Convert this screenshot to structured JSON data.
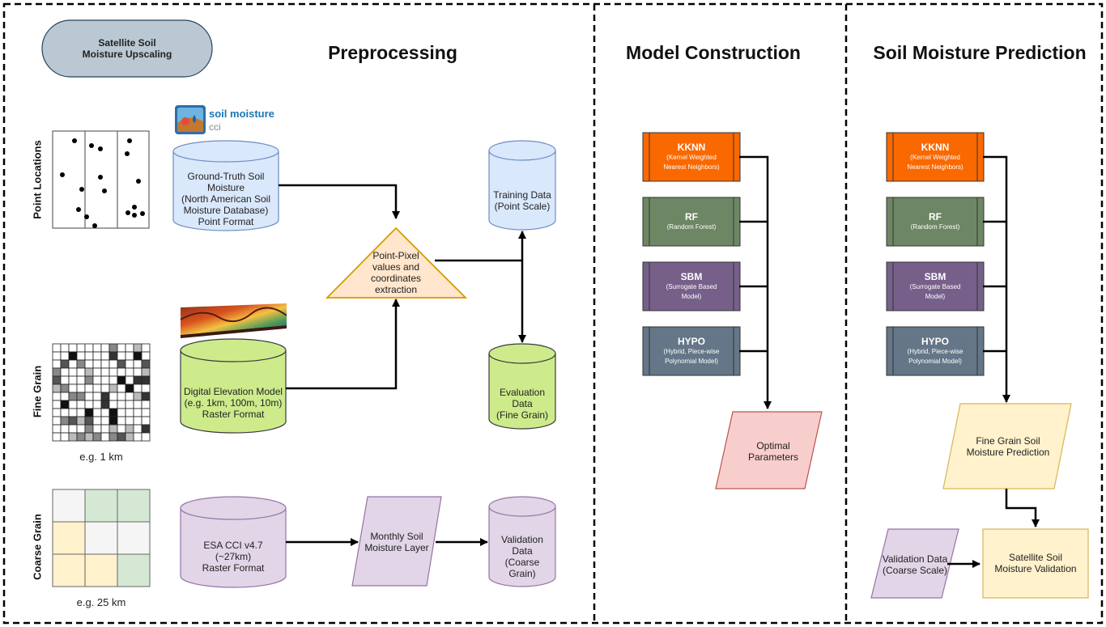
{
  "badge": {
    "line1": "Satellite Soil",
    "line2": "Moisture Upscaling"
  },
  "sections": {
    "preprocessing": "Preprocessing",
    "model_construction": "Model Construction",
    "prediction": "Soil Moisture Prediction"
  },
  "row_labels": {
    "point": "Point Locations",
    "fine": "Fine Grain",
    "coarse": "Coarse Grain"
  },
  "captions": {
    "fine": "e.g. 1 km",
    "coarse": "e.g. 25 km"
  },
  "logo": {
    "title": "soil moisture",
    "subtitle": "cci"
  },
  "preprocessing": {
    "ground_truth": [
      "Ground-Truth Soil",
      "Moisture",
      "(North American Soil",
      "Moisture Database)",
      "Point Format"
    ],
    "dem": [
      "Digital Elevation Model",
      "(e.g. 1km, 100m, 10m)",
      "Raster Format"
    ],
    "esa": [
      "ESA CCI v4.7",
      "(~27km)",
      "Raster Format"
    ],
    "extraction": [
      "Point-Pixel",
      "values and",
      "coordinates",
      "extraction"
    ],
    "training": [
      "Training Data",
      "(Point Scale)"
    ],
    "evaluation": [
      "Evaluation",
      "Data",
      "(Fine Grain)"
    ],
    "monthly": [
      "Monthly Soil",
      "Moisture Layer"
    ],
    "validation": [
      "Validation",
      "Data",
      "(Coarse",
      "Grain)"
    ]
  },
  "models": [
    {
      "id": "kknn",
      "title": "KKNN",
      "sub": [
        "(Kernel Weighted",
        "Nearest Neighbors)"
      ],
      "color": "#fa6800"
    },
    {
      "id": "rf",
      "title": "RF",
      "sub": [
        "(Random Forest)"
      ],
      "color": "#6d8764"
    },
    {
      "id": "sbm",
      "title": "SBM",
      "sub": [
        "(Surrogate Based",
        "Model)"
      ],
      "color": "#76608a"
    },
    {
      "id": "hypo",
      "title": "HYPO",
      "sub": [
        "(Hybrid, Piece-wise",
        "Polynomial Model)"
      ],
      "color": "#647687"
    }
  ],
  "model_construction": {
    "optimal": [
      "Optimal",
      "Parameters"
    ]
  },
  "prediction": {
    "fine_prediction": [
      "Fine Grain Soil",
      "Moisture Prediction"
    ],
    "validation_data": [
      "Validation Data",
      "(Coarse Scale)"
    ],
    "satellite_validation": [
      "Satellite Soil",
      "Moisture Validation"
    ]
  },
  "colors": {
    "blue_fill": "#dae8fc",
    "blue_stroke": "#6c8ebf",
    "green_fill": "#cdeb8b",
    "green_stroke": "#36393d",
    "purple_fill": "#e1d5e7",
    "purple_stroke": "#9673a6",
    "orange_fill": "#ffe6cc",
    "orange_stroke": "#d79b00",
    "red_fill": "#f8cecc",
    "red_stroke": "#b85450",
    "yellow_fill": "#fff2cc",
    "yellow_stroke": "#d6b656",
    "badge_fill": "#bac8d3",
    "badge_stroke": "#23445d",
    "coarse_green": "#d5e8d4",
    "coarse_yellow": "#fff2cc",
    "coarse_grey": "#f5f5f5"
  },
  "fine_grid_shades": [
    ".........#.......",
    "......#......#..",
    "..#....#.....#..",
    ".#...##..#......",
    "..#####...#..##.",
    "....#......#.##.",
    "..#.....#..#...#",
    ".#...#.#.....###",
    "...........#...#",
    "................"
  ]
}
